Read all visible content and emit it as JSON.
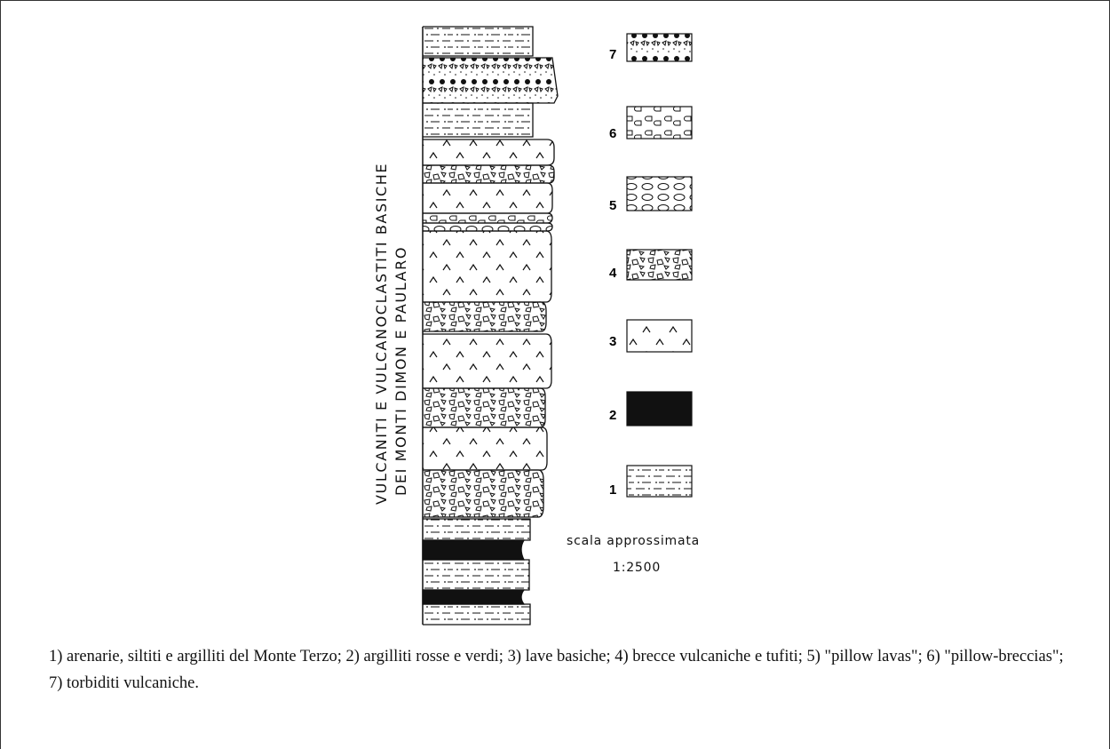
{
  "figure": {
    "vertical_title_line1": "VULCANITI E VULCANOCLASTITI BASICHE",
    "vertical_title_line2": "DEI MONTI DIMON E PAULARO",
    "scale_label": "scala approssimata",
    "scale_ratio": "1:2500",
    "legend": [
      {
        "number": "7",
        "pattern": "tuff-dots"
      },
      {
        "number": "6",
        "pattern": "pillow-breccia"
      },
      {
        "number": "5",
        "pattern": "pillow"
      },
      {
        "number": "4",
        "pattern": "breccia"
      },
      {
        "number": "3",
        "pattern": "lava"
      },
      {
        "number": "2",
        "pattern": "solid-black"
      },
      {
        "number": "1",
        "pattern": "sandstone"
      }
    ],
    "column_layers_top_to_bottom": [
      "sandstone",
      "tuff-dots",
      "sandstone",
      "lava",
      "breccia",
      "lava",
      "pillow-breccia",
      "pillow",
      "lava",
      "breccia",
      "lava",
      "breccia",
      "lava",
      "breccia",
      "sandstone",
      "solid-black",
      "sandstone",
      "solid-black",
      "sandstone"
    ]
  },
  "caption": "1) arenarie, siltiti e argilliti del Monte Terzo; 2) argilliti rosse e verdi; 3) lave basiche; 4) brecce vulcaniche e tufiti; 5) \"pillow lavas\"; 6) \"pillow-breccias\"; 7) torbiditi vulcaniche."
}
